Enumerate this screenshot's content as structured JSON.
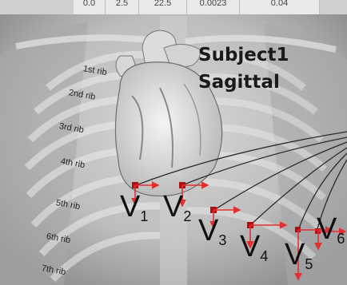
{
  "top_strip": [
    "0.0",
    "2.5",
    "22.5",
    "0.0023",
    "0.04"
  ],
  "title": {
    "line1": "Subject1",
    "line2": "Sagittal"
  },
  "ribs": [
    "1st rib",
    "2nd rib",
    "3rd rib",
    "4th rib",
    "5th rib",
    "6th rib",
    "7th rib"
  ],
  "leads": [
    {
      "letter": "V",
      "num": "1"
    },
    {
      "letter": "V",
      "num": "2"
    },
    {
      "letter": "V",
      "num": "3"
    },
    {
      "letter": "V",
      "num": "4"
    },
    {
      "letter": "V",
      "num": "5"
    },
    {
      "letter": "V",
      "num": "6"
    }
  ],
  "colors": {
    "arrow": "#e23030",
    "electrode": "#b01010",
    "wire": "#2a2a2a",
    "background": "#9a9a9a"
  }
}
